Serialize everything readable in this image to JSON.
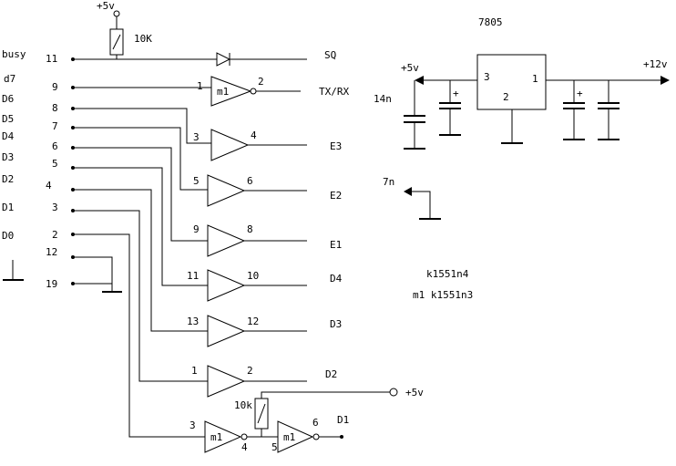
{
  "pins_left": {
    "busy": {
      "label": "busy",
      "pin": "11"
    },
    "d7": {
      "label": "d7",
      "pin": "9"
    },
    "d6": {
      "label": "D6",
      "pin": "8"
    },
    "d5": {
      "label": "D5",
      "pin": "7"
    },
    "d4": {
      "label": "D4",
      "pin": "6"
    },
    "d3": {
      "label": "D3",
      "pin": "5"
    },
    "d2": {
      "label": "D2",
      "pin": "4"
    },
    "d1": {
      "label": "D1",
      "pin": "3"
    },
    "d0": {
      "label": "D0",
      "pin": "2"
    },
    "gnd1": {
      "pin": "12"
    },
    "gnd2": {
      "pin": "19"
    }
  },
  "pullup_top": {
    "supply": "+5v",
    "value": "10K"
  },
  "outputs": {
    "sq": "SQ",
    "txrx": "TX/RX",
    "e3": "E3",
    "e2": "E2",
    "e1": "E1",
    "d4": "D4",
    "d3": "D3",
    "d2": "D2",
    "d1": "D1"
  },
  "gates": {
    "g1": {
      "in": "1",
      "out": "2",
      "tag": "m1"
    },
    "g2": {
      "in": "3",
      "out": "4"
    },
    "g3": {
      "in": "5",
      "out": "6"
    },
    "g4": {
      "in": "9",
      "out": "8"
    },
    "g5": {
      "in": "11",
      "out": "10"
    },
    "g6": {
      "in": "13",
      "out": "12"
    },
    "g7": {
      "in": "1",
      "out": "2"
    },
    "g8": {
      "in": "3",
      "out": "4",
      "tag": "m1"
    },
    "g9": {
      "in": "5",
      "out": "6",
      "tag": "m1"
    }
  },
  "pullup_bottom": {
    "value": "10k",
    "supply": "+5v"
  },
  "regulator": {
    "name": "7805",
    "pin_in": "1",
    "pin_gnd": "2",
    "pin_out": "3",
    "out_label": "+5v",
    "in_label": "+12v",
    "pin_label": "14n",
    "ground_label": "7n"
  },
  "chips": {
    "line1": "k1551n4",
    "line2": "m1 k1551n3"
  }
}
